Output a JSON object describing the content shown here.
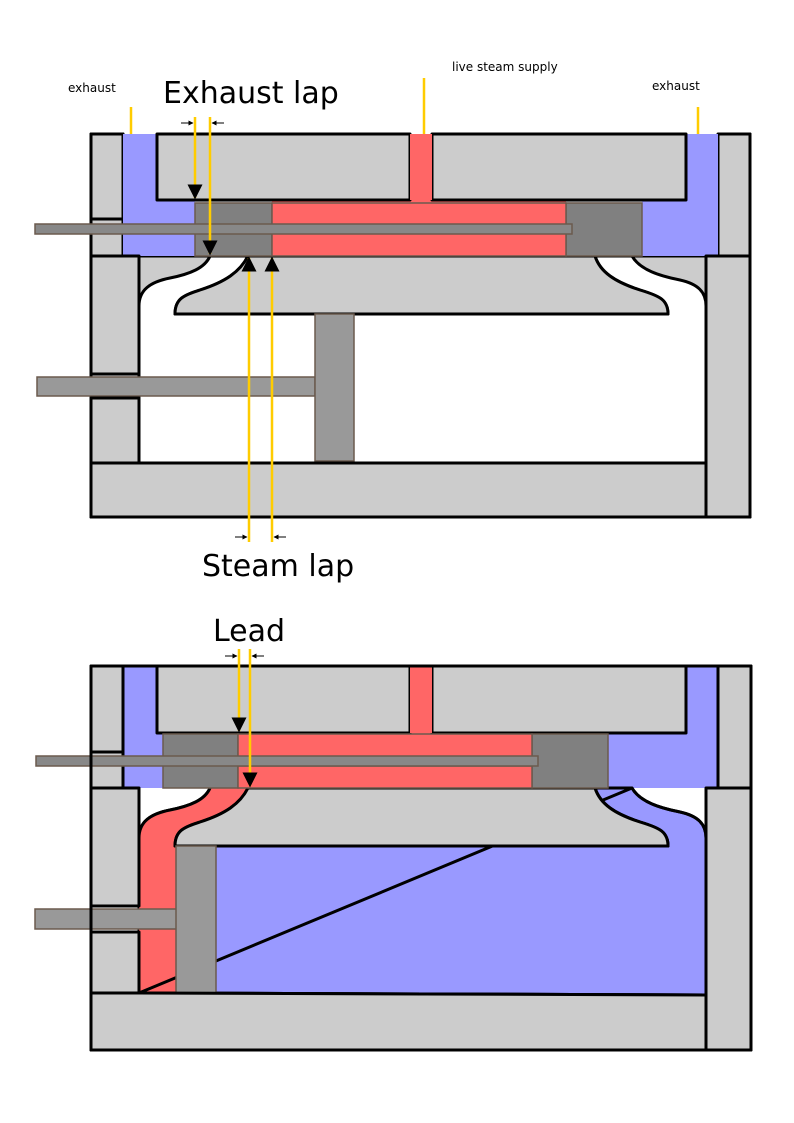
{
  "labels": {
    "exhaust_left": "exhaust",
    "exhaust_right": "exhaust",
    "live_steam_supply": "live steam supply",
    "exhaust_lap": "Exhaust lap",
    "steam_lap": "Steam lap",
    "lead": "Lead"
  },
  "colors": {
    "casing_gray": "#cccccc",
    "valve_dark": "#808080",
    "piston_gray": "#999999",
    "rod_gray": "#888888",
    "live_steam_red": "#ff6666",
    "exhaust_blue": "#9999ff",
    "annotation_yellow": "#ffcc00",
    "outline": "#000000"
  }
}
